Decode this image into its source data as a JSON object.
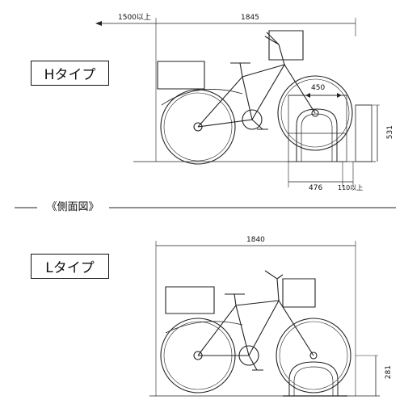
{
  "top": {
    "type_label": "Hタイプ",
    "dim_total": "1845",
    "dim_front": "1500以上",
    "dim_rack": "450",
    "dim_height": "531",
    "dim_base": "476",
    "dim_gap": "110以上"
  },
  "divider": {
    "label": "《側面図》"
  },
  "bottom": {
    "type_label": "Lタイプ",
    "dim_total": "1840",
    "dim_height": "281"
  }
}
